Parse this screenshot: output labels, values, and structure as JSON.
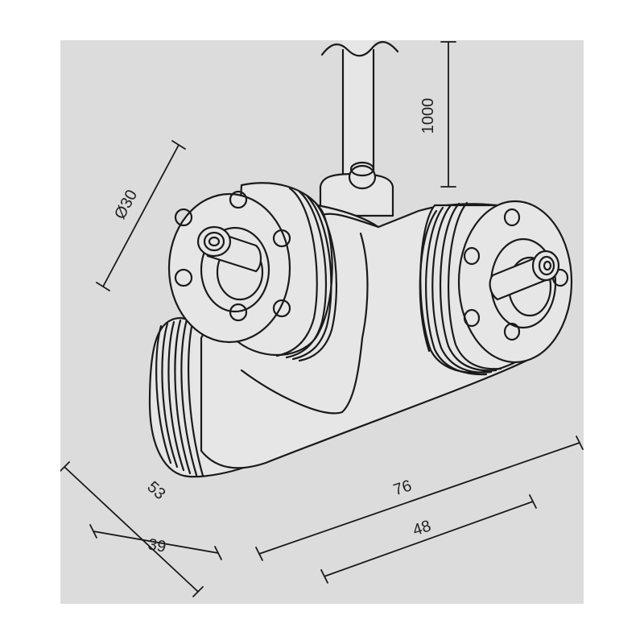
{
  "colors": {
    "background": "#dcdcdc",
    "body_fill": "#e6e6e6",
    "line": "#1a1a1a",
    "page": "#ffffff"
  },
  "dimensions": {
    "cable_length": "1000",
    "diameter": "Ø30",
    "overall_depth": "53",
    "inner_depth": "39",
    "overall_width": "76",
    "inner_width": "48"
  }
}
